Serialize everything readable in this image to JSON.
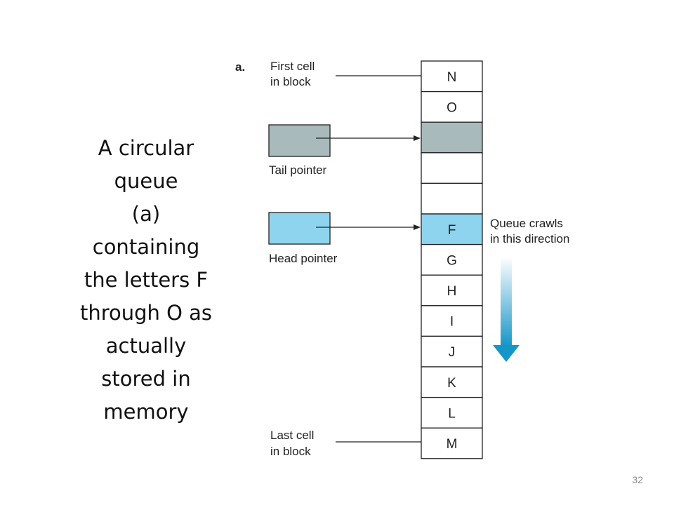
{
  "slide": {
    "text_lines": [
      "A circular",
      "queue",
      "(a)",
      "containing",
      "the letters F",
      "through O as",
      "actually",
      "stored in",
      "memory"
    ],
    "page_number": "32"
  },
  "diagram": {
    "panel_label": "a.",
    "first_cell_label": [
      "First cell",
      "in block"
    ],
    "last_cell_label": [
      "Last cell",
      "in block"
    ],
    "tail_pointer_label": "Tail pointer",
    "head_pointer_label": "Head pointer",
    "direction_label": [
      "Queue crawls",
      "in this direction"
    ],
    "cells": [
      "N",
      "O",
      "",
      "",
      "",
      "F",
      "G",
      "H",
      "I",
      "J",
      "K",
      "L",
      "M"
    ],
    "tail_cell_index": 2,
    "head_cell_index": 5,
    "colors": {
      "tail": "#a9babd",
      "head": "#8fd4ee",
      "arrow_top": "#ffffff",
      "arrow_bottom": "#1596c9",
      "stroke": "#222222"
    }
  }
}
